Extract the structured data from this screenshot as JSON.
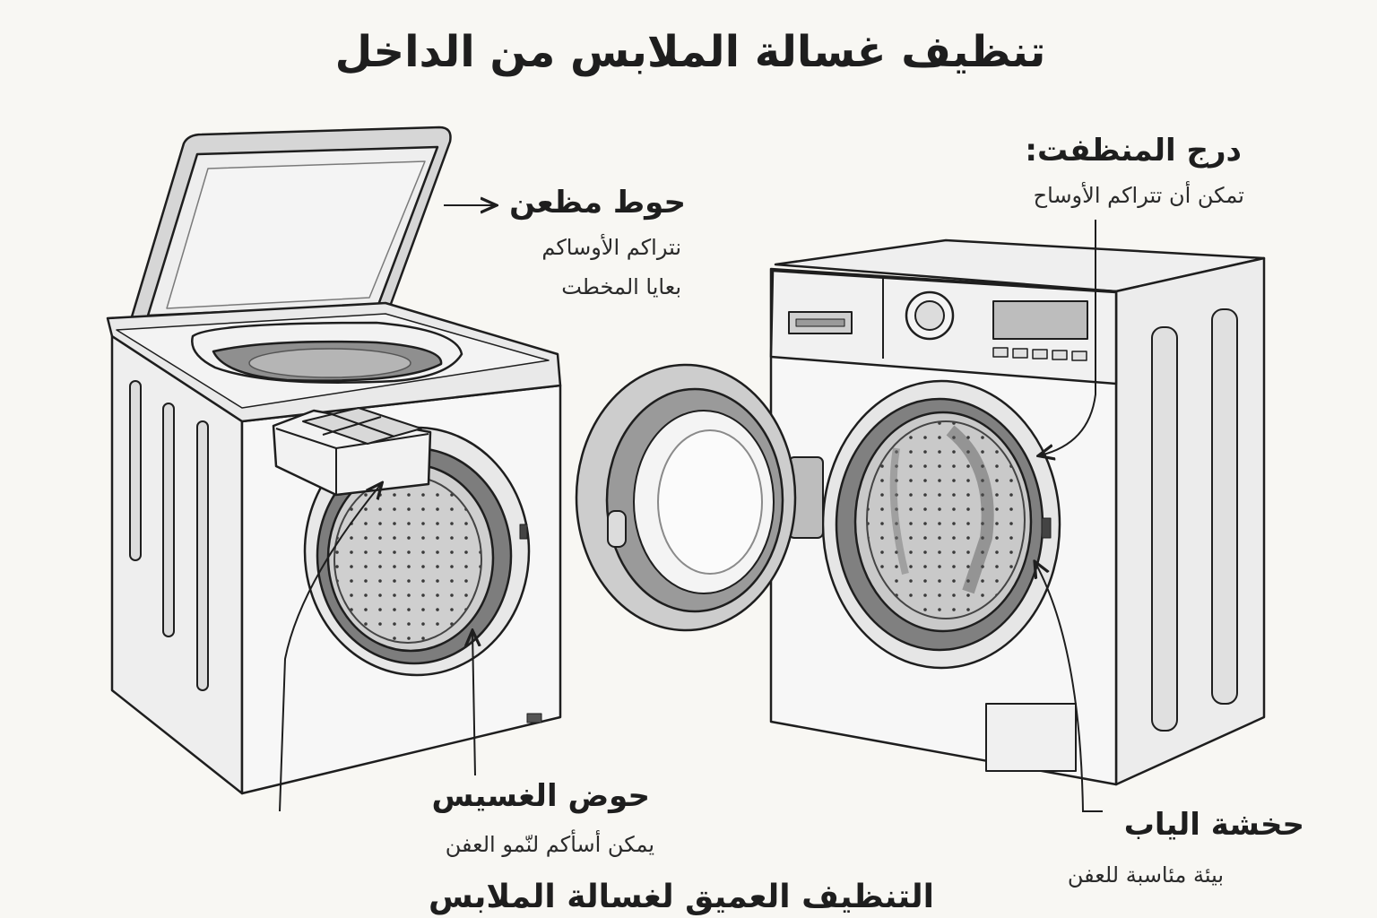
{
  "title": "تنظيف غسالة الملابس من الداخل",
  "footer": "التنظيف العميق لغسالة الملابس",
  "labels": {
    "top_tub": {
      "title": "حوط مظعن",
      "line1": "نتراكم الأوساكم",
      "line2": "بعايا المخطت"
    },
    "wash_basin": {
      "title": "حوض الغسيس",
      "line1": "يمكن أسأكم لنّمو العفن"
    },
    "detergent_drawer": {
      "title": "درج المنظفت:",
      "line1": "تمكن أن تتراكم الأوساح"
    },
    "door_gasket": {
      "title": "حخشة الياب",
      "line1": "بيئة مئاسبة للعفن"
    }
  },
  "colors": {
    "background": "#f8f7f3",
    "ink": "#1e1e1e",
    "gray": "#9a9a9a",
    "light_gray": "#e4e4e4"
  }
}
